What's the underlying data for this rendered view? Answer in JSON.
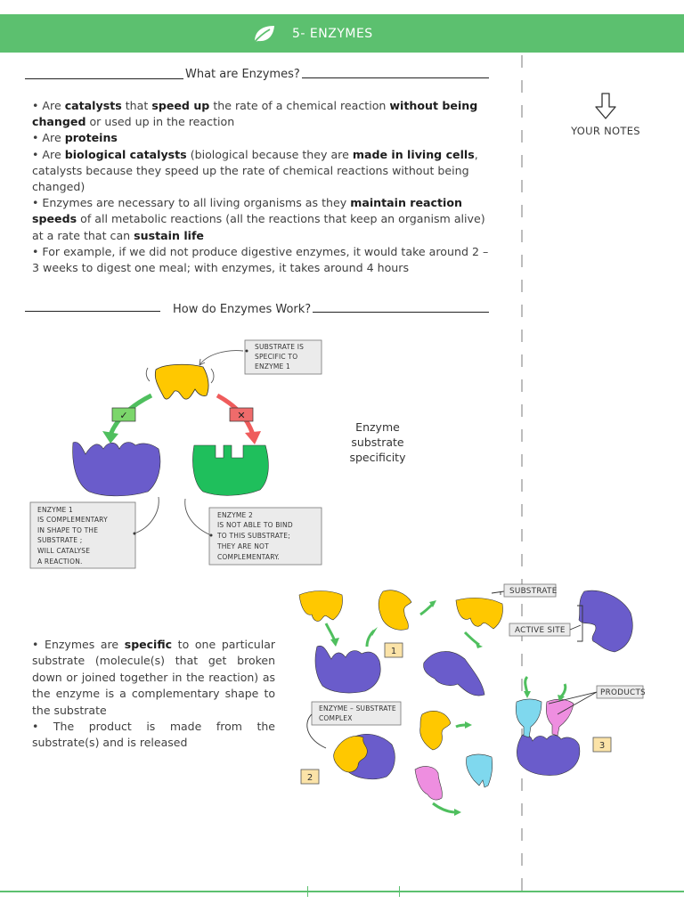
{
  "header": {
    "title": "5- ENZYMES",
    "icon": "leaf-icon",
    "color": "#5cc06f"
  },
  "notes": {
    "label": "YOUR NOTES",
    "icon": "arrow-down-icon"
  },
  "section1": {
    "heading": "What are Enzymes?",
    "bullets": [
      {
        "parts": [
          [
            "",
            "• Are "
          ],
          [
            "b",
            "catalysts"
          ],
          [
            "",
            " that "
          ],
          [
            "b",
            "speed up"
          ],
          [
            "",
            " the rate of a chemical reaction "
          ],
          [
            "b",
            "without being changed"
          ],
          [
            "",
            " or used up in the reaction"
          ]
        ]
      },
      {
        "parts": [
          [
            "",
            "• Are "
          ],
          [
            "b",
            "proteins"
          ]
        ]
      },
      {
        "parts": [
          [
            "",
            "• Are "
          ],
          [
            "b",
            "biological catalysts"
          ],
          [
            "",
            " (biological because they are "
          ],
          [
            "b",
            "made in living cells"
          ],
          [
            "",
            ", catalysts because they speed up the rate of chemical reactions without being changed)"
          ]
        ]
      },
      {
        "parts": [
          [
            "",
            "• Enzymes are necessary to all living organisms as they "
          ],
          [
            "b",
            "maintain reaction speeds"
          ],
          [
            "",
            " of all metabolic reactions (all the reactions that keep an organism alive) at a rate that can "
          ],
          [
            "b",
            "sustain life"
          ]
        ]
      },
      {
        "parts": [
          [
            "",
            "• For example, if we did not produce digestive enzymes, it would take around 2 – 3 weeks to digest one meal; with enzymes, it takes around 4 hours"
          ]
        ]
      }
    ]
  },
  "section2": {
    "heading": "How do Enzymes Work?",
    "caption": [
      "Enzyme",
      "substrate",
      "specificity"
    ],
    "diagram1": {
      "substrate_note": [
        "SUBSTRATE IS",
        "SPECIFIC TO",
        "ENZYME 1"
      ],
      "enzyme1_note": [
        "ENZYME 1",
        "IS COMPLEMENTARY",
        "IN SHAPE TO THE",
        "SUBSTRATE ;",
        "WILL CATALYSE",
        "A REACTION."
      ],
      "enzyme2_note": [
        "ENZYME 2",
        "IS NOT ABLE TO BIND",
        "TO THIS SUBSTRATE;",
        "THEY ARE NOT",
        "COMPLEMENTARY."
      ],
      "check": "✓",
      "cross": "✕"
    },
    "specificity_bullets": [
      [
        [
          "",
          "• Enzymes are "
        ],
        [
          "b",
          "specific"
        ],
        [
          "",
          " to one particular substrate (molecule(s) that get broken down or joined together in the reaction) as the enzyme is a complementary shape to the substrate"
        ]
      ],
      [
        [
          "",
          "• The product is made from the substrate(s) and is released"
        ]
      ]
    ],
    "diagram2": {
      "labels": {
        "substrate": "SUBSTRATE",
        "active_site": "ACTIVE SITE",
        "complex": [
          "ENZYME – SUBSTRATE",
          "COMPLEX"
        ],
        "products": "PRODUCTS"
      },
      "steps": [
        "1",
        "2",
        "3"
      ]
    }
  },
  "colors": {
    "enzyme1": "#6a5ccb",
    "enzyme2": "#1fbf5c",
    "substrate": "#ffc800",
    "product_a": "#7fd8ee",
    "product_b": "#ee8ee0",
    "green_arrow": "#4fbf5e",
    "red_arrow": "#ef5c5c"
  }
}
